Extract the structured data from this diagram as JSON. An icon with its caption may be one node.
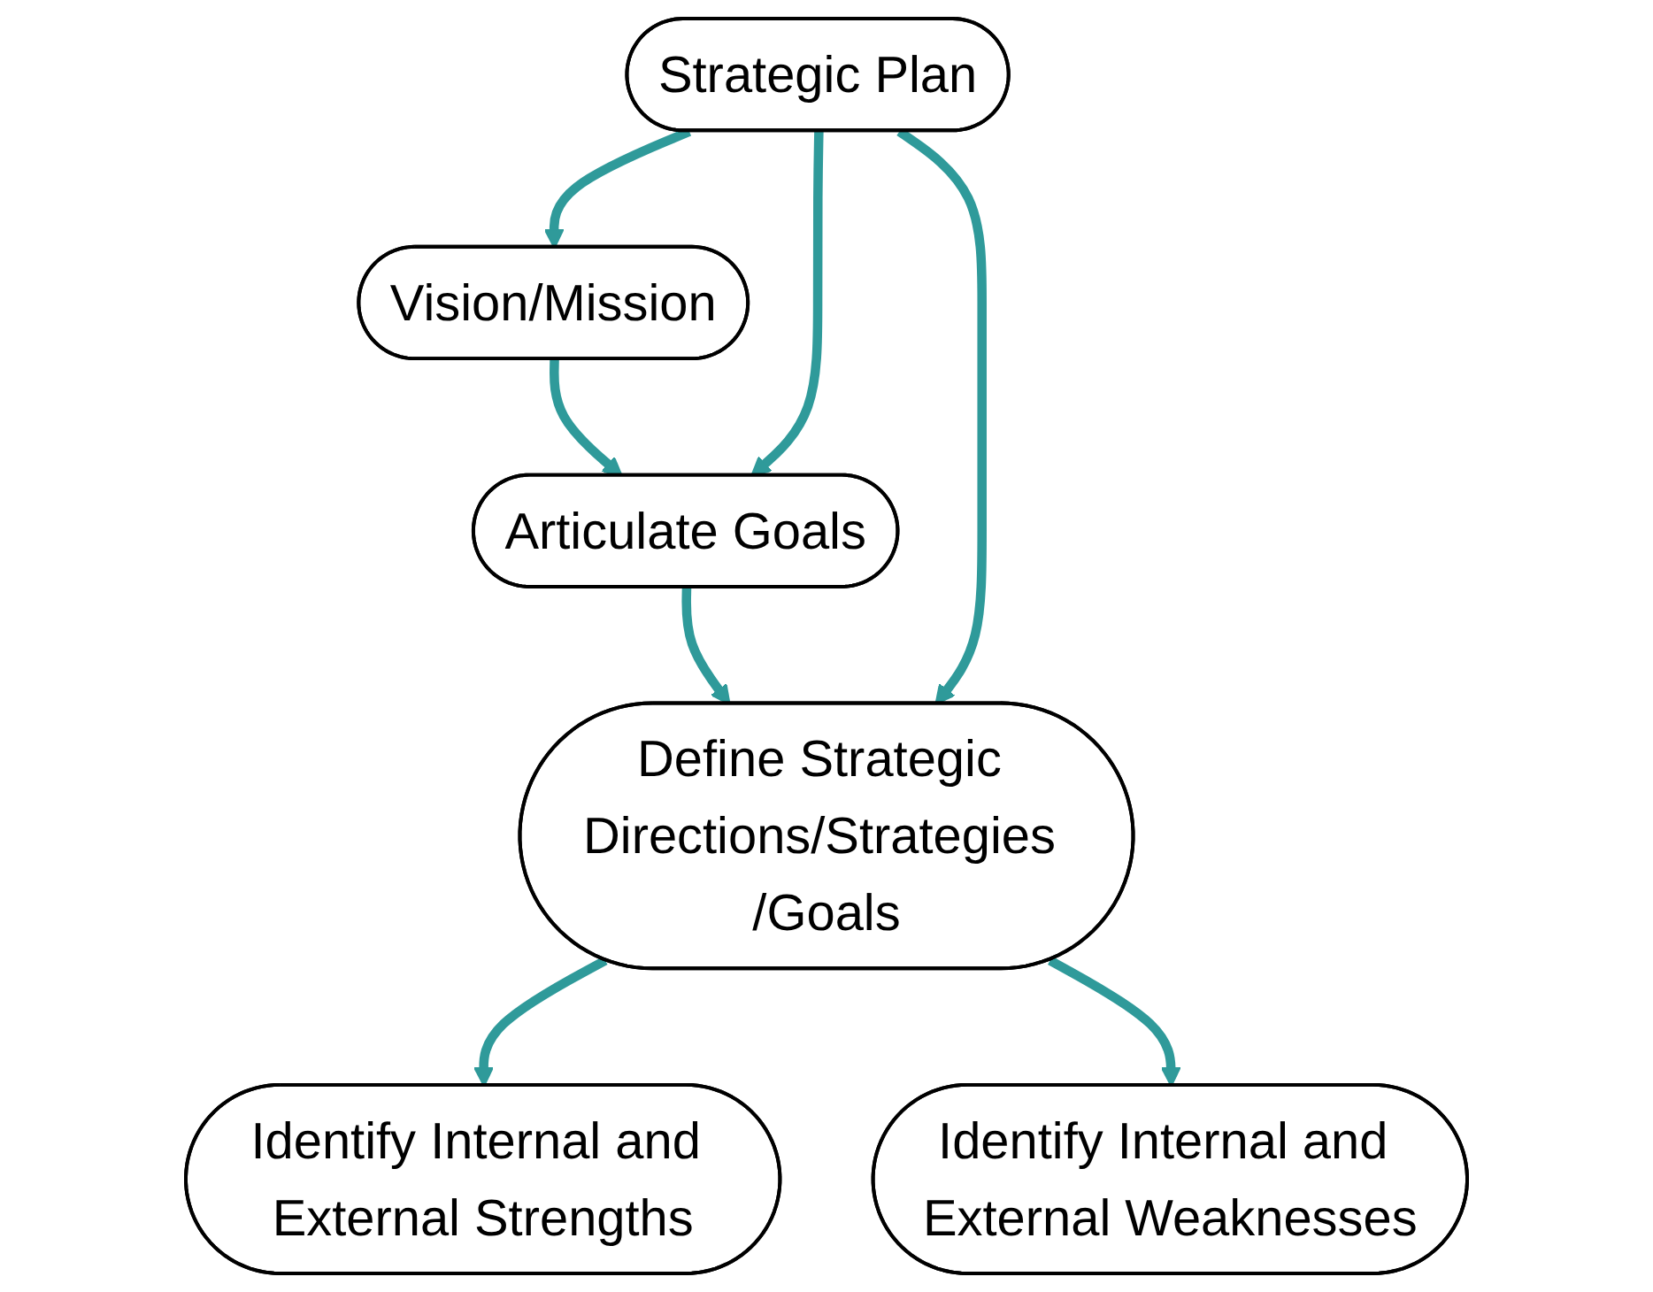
{
  "diagram": {
    "nodes": [
      {
        "text": [
          "Strategic Plan"
        ]
      },
      {
        "text": [
          "Vision/Mission"
        ]
      },
      {
        "text": [
          "Articulate Goals"
        ]
      },
      {
        "text": [
          "Define Strategic Directions/Strategies /Goals"
        ]
      },
      {
        "text": [
          "Identify Internal and External Strengths"
        ]
      },
      {
        "text": [
          "Identify Internal and External Weaknesses"
        ]
      }
    ],
    "edges": [
      {
        "from": 0,
        "to": 1,
        "arrow": "to"
      },
      {
        "from": 1,
        "to": 2,
        "arrow": "to"
      },
      {
        "from": 0,
        "to": 2,
        "arrow": "to"
      },
      {
        "from": 2,
        "to": 3,
        "arrow": "to"
      },
      {
        "from": 0,
        "to": 3,
        "arrow": "to"
      },
      {
        "from": 3,
        "to": 4,
        "arrow": "to"
      },
      {
        "from": 3,
        "to": 5,
        "arrow": "to"
      }
    ]
  }
}
